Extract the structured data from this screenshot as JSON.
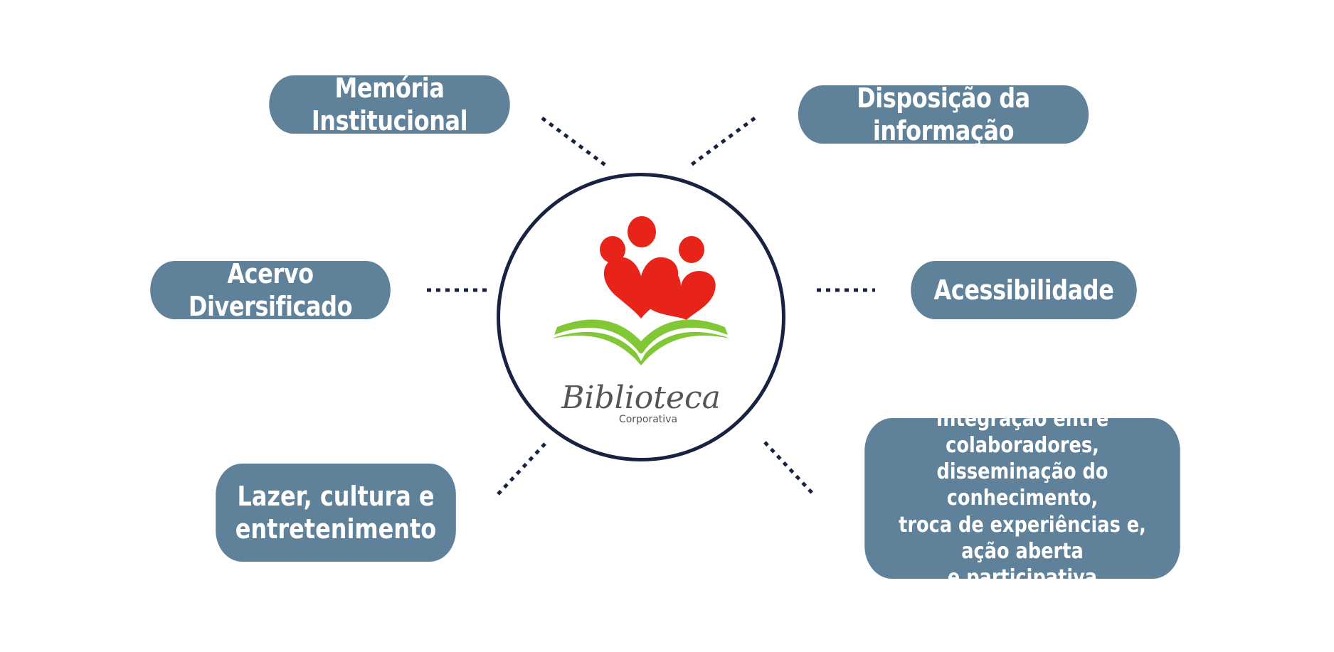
{
  "diagram": {
    "center": {
      "logo": {
        "wordmark": "Biblioteca",
        "subtitle": "Corporativa",
        "colors": {
          "people": "#e8231a",
          "book": "#82c836",
          "text": "#555555"
        }
      },
      "ring_color": "#172340"
    },
    "nodes": {
      "memoria": "Memória Institucional",
      "disposicao": "Disposição da informação",
      "acervo": "Acervo Diversificado",
      "acessibilidade": "Acessibilidade",
      "lazer": [
        "Lazer, cultura e",
        "entretenimento"
      ],
      "integracao": [
        "Integração entre colaboradores,",
        "disseminação do conhecimento,",
        "troca de experiências e, ação aberta",
        "e participativa"
      ]
    },
    "colors": {
      "pill_fill": "#5f8199",
      "pill_text": "#ffffff",
      "connector": "#172340"
    }
  }
}
